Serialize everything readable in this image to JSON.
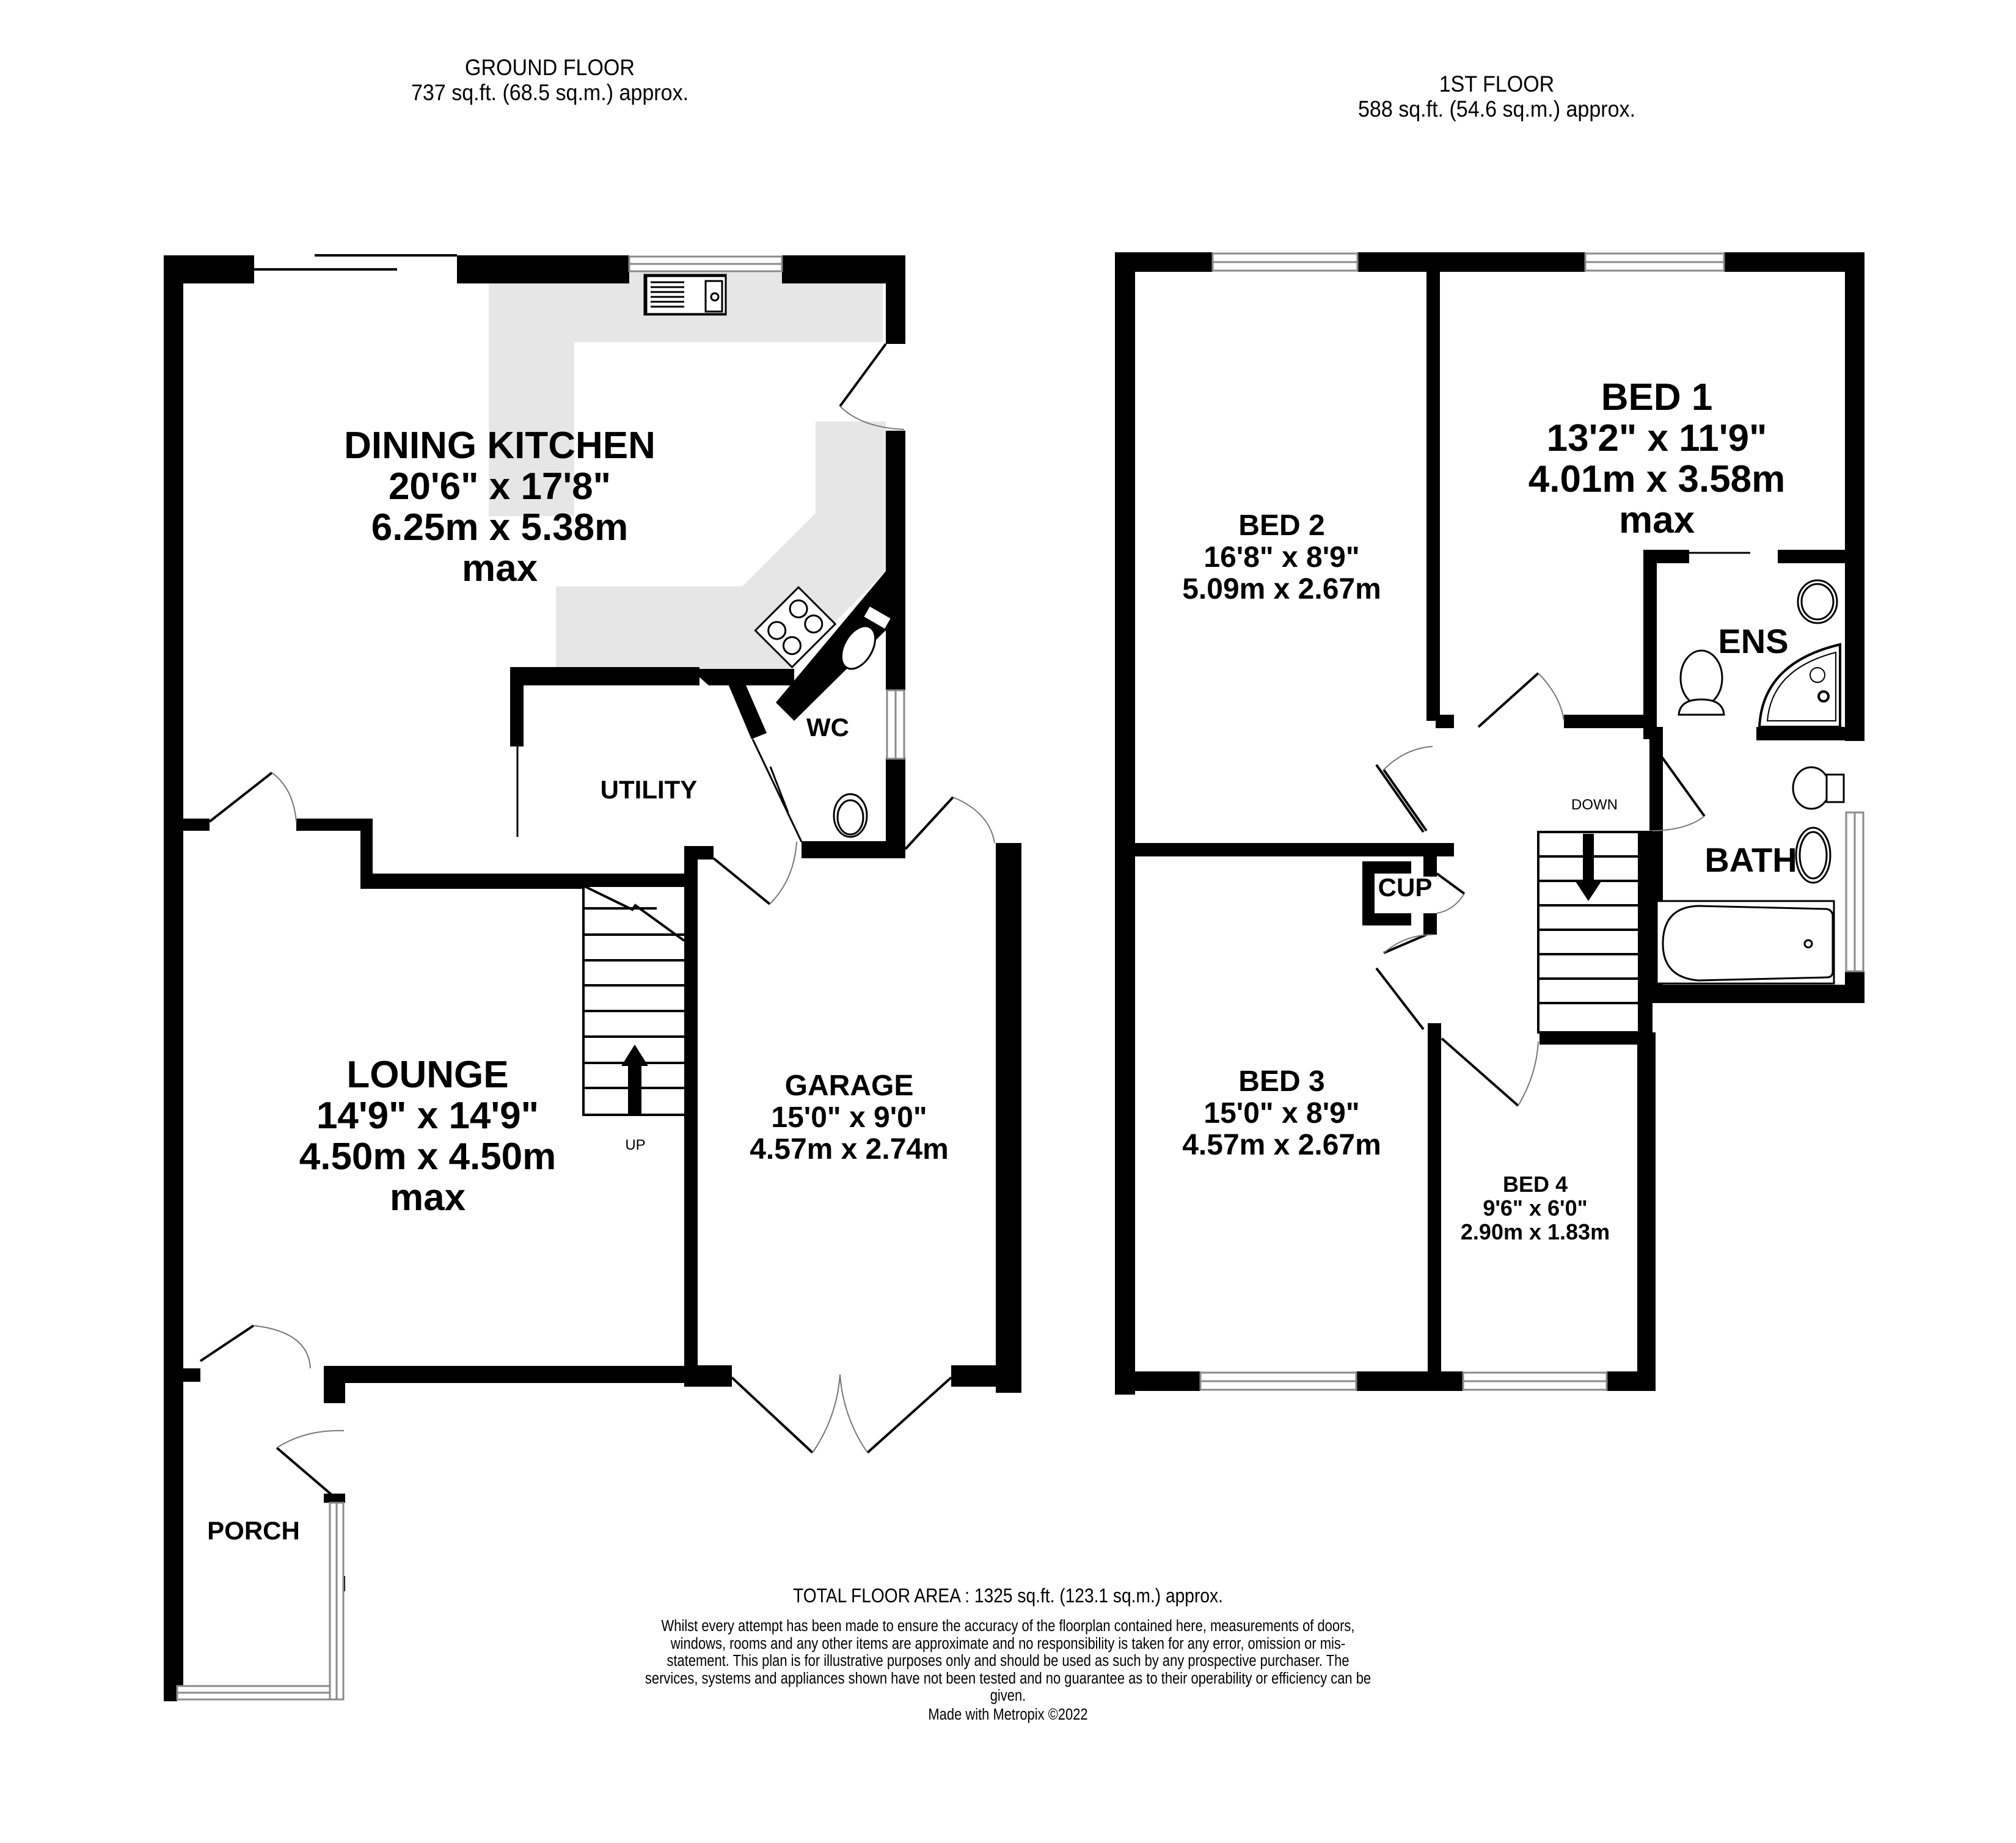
{
  "ground_floor": {
    "title": "GROUND FLOOR",
    "area": "737 sq.ft. (68.5 sq.m.) approx.",
    "rooms": {
      "dining_kitchen": {
        "name": "DINING KITCHEN",
        "imperial": "20'6\"  x 17'8\"",
        "metric": "6.25m  x 5.38m",
        "note": "max"
      },
      "lounge": {
        "name": "LOUNGE",
        "imperial": "14'9\"  x 14'9\"",
        "metric": "4.50m  x 4.50m",
        "note": "max"
      },
      "garage": {
        "name": "GARAGE",
        "imperial": "15'0\"  x 9'0\"",
        "metric": "4.57m  x 2.74m"
      },
      "utility": {
        "name": "UTILITY"
      },
      "wc": {
        "name": "WC"
      },
      "porch": {
        "name": "PORCH"
      }
    },
    "stairs_label": "UP"
  },
  "first_floor": {
    "title": "1ST FLOOR",
    "area": "588 sq.ft. (54.6 sq.m.) approx.",
    "rooms": {
      "bed1": {
        "name": "BED 1",
        "imperial": "13'2\"  x 11'9\"",
        "metric": "4.01m  x 3.58m",
        "note": "max"
      },
      "bed2": {
        "name": "BED 2",
        "imperial": "16'8\"  x 8'9\"",
        "metric": "5.09m  x 2.67m"
      },
      "bed3": {
        "name": "BED 3",
        "imperial": "15'0\"  x 8'9\"",
        "metric": "4.57m  x 2.67m"
      },
      "bed4": {
        "name": "BED 4",
        "imperial": "9'6\"  x 6'0\"",
        "metric": "2.90m  x 1.83m"
      },
      "ensuite": {
        "name": "ENS"
      },
      "bathroom": {
        "name": "BATH"
      },
      "cupboard": {
        "name": "CUP"
      }
    },
    "stairs_label": "DOWN"
  },
  "footer": {
    "total": "TOTAL FLOOR AREA : 1325 sq.ft. (123.1 sq.m.) approx.",
    "disclaimer": "Whilst every attempt has been made to ensure the accuracy of the floorplan contained here, measurements of doors, windows, rooms and any other items are approximate and no responsibility is taken for any error, omission or mis-statement. This plan is for illustrative purposes only and should be used as such by any prospective purchaser. The services, systems and appliances shown have not been tested and no guarantee as to their operability or efficiency can be given.",
    "credit": "Made with Metropix ©2022"
  },
  "colors": {
    "wall": "#000000",
    "worktop": "#e6e6e6",
    "window": "#8a8a8a",
    "background": "#ffffff"
  }
}
